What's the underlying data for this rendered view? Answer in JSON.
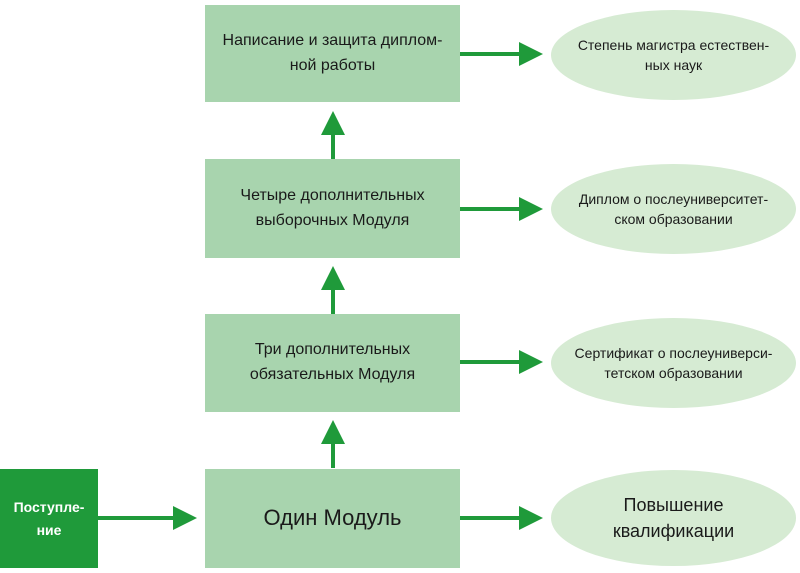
{
  "start": {
    "line1": "Поступле-",
    "line2": "ние"
  },
  "modules": {
    "m1": {
      "line1": "Один Модуль"
    },
    "m2": {
      "line1": "Три дополнительных",
      "line2": "обязательных Модуля"
    },
    "m3": {
      "line1": "Четыре дополнительных",
      "line2": "выборочных Модуля"
    },
    "m4": {
      "line1": "Написание и защита диплом-",
      "line2": "ной работы"
    }
  },
  "outcomes": {
    "o1": {
      "line1": "Повышение",
      "line2": "квалификации"
    },
    "o2": {
      "line1": "Сертификат о послеуниверси-",
      "line2": "тетском образовании"
    },
    "o3": {
      "line1": "Диплом о послеуниверситет-",
      "line2": "ском образовании"
    },
    "o4": {
      "line1": "Степень магистра естествен-",
      "line2": "ных наук"
    }
  },
  "colors": {
    "box": "#a8d4ae",
    "ellipse": "#d6ebd3",
    "start": "#1f9a3a",
    "arrow": "#1f9a3a"
  }
}
